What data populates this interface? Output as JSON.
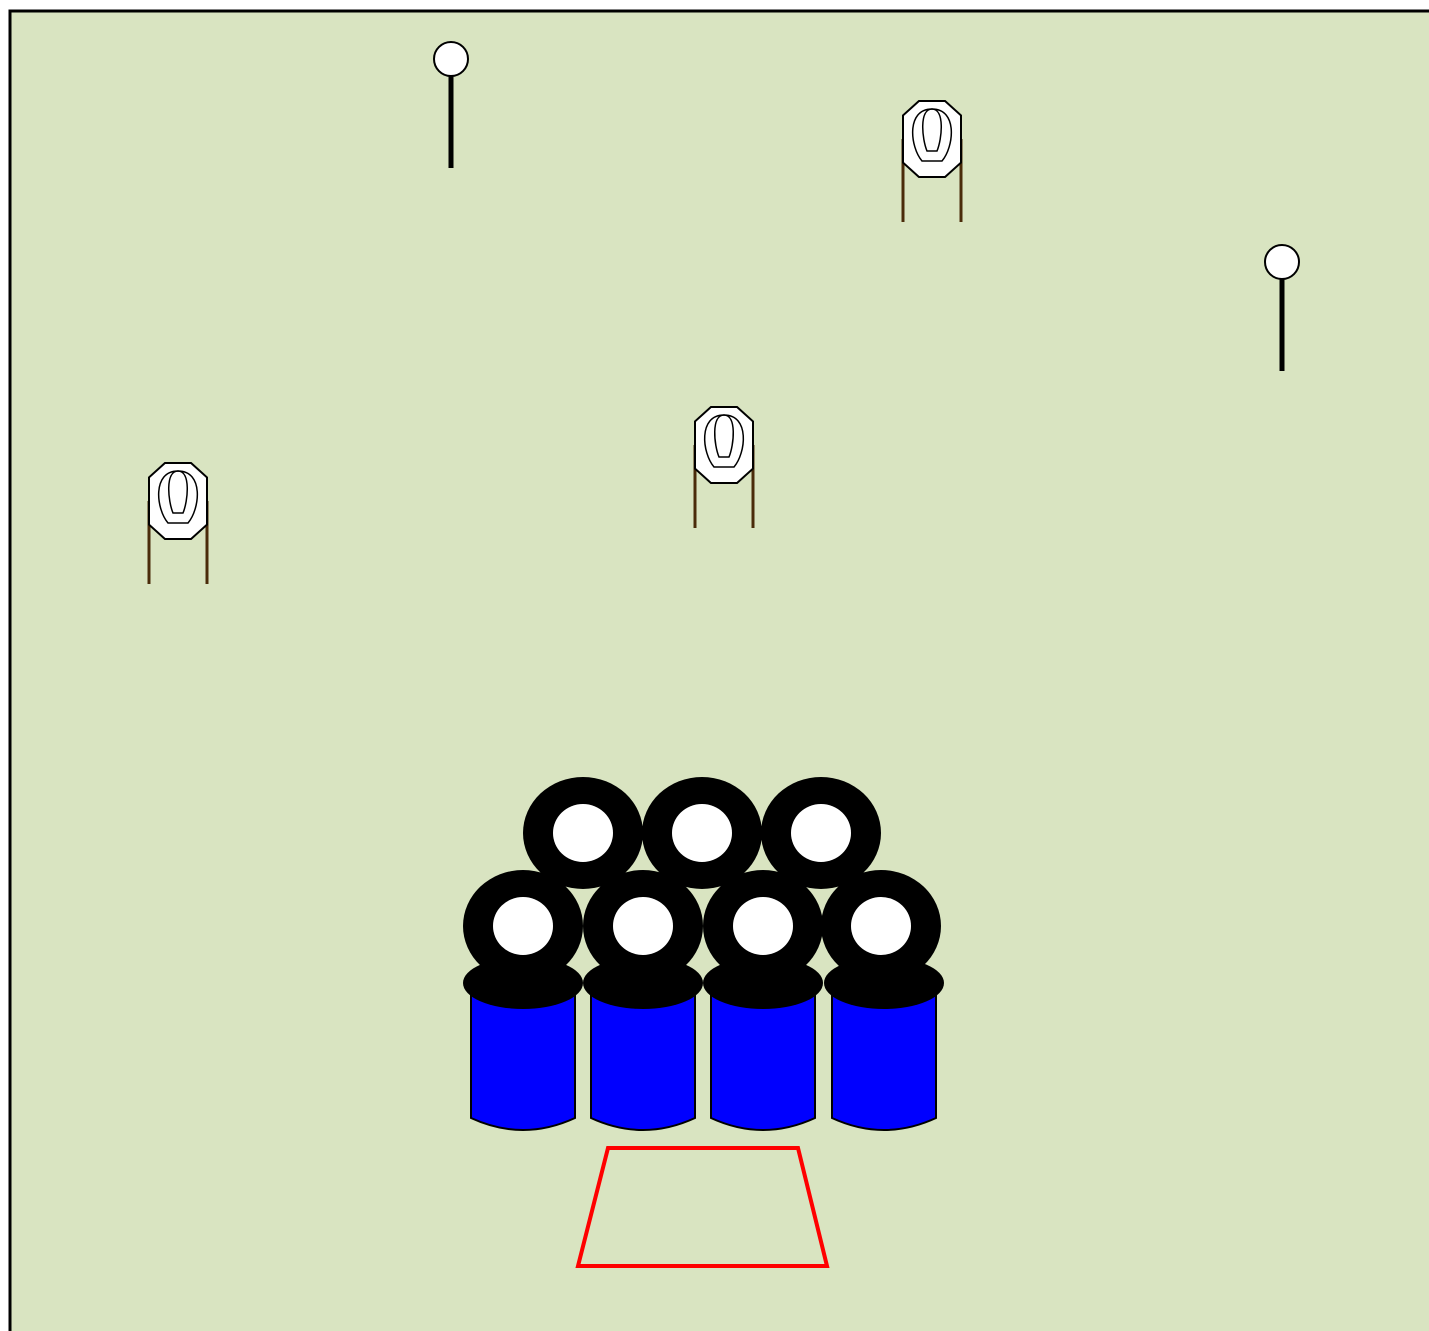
{
  "stage": {
    "field_color": "#d9e4c1",
    "border_color": "#000000",
    "post_color": "#4a2b0a",
    "stand_color": "#000000",
    "barrel_color": "#0000ff",
    "tire_color": "#000000",
    "target_face_color": "#ffffff",
    "fault_line_color": "#ff0000"
  },
  "elements": {
    "paper_targets": [
      "paper-target",
      "paper-target",
      "paper-target"
    ],
    "steel_poppers": [
      "steel-popper",
      "steel-popper"
    ],
    "tire_wall": {
      "top_row_tires": 3,
      "bottom_row_tires": 4,
      "barrels": 4
    },
    "shooting_box": "shooting-box"
  }
}
